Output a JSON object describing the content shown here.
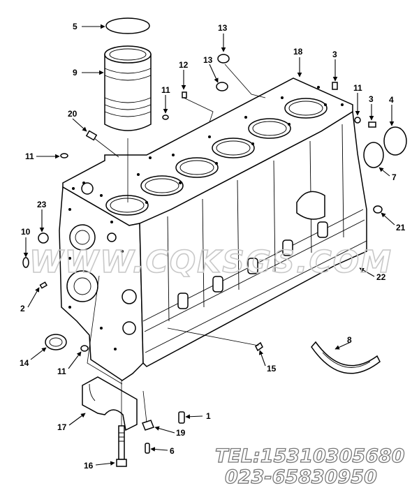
{
  "callouts": [
    {
      "id": "5",
      "label": "5"
    },
    {
      "id": "9",
      "label": "9"
    },
    {
      "id": "13a",
      "label": "13"
    },
    {
      "id": "13b",
      "label": "13"
    },
    {
      "id": "18",
      "label": "18"
    },
    {
      "id": "3a",
      "label": "3"
    },
    {
      "id": "12",
      "label": "12"
    },
    {
      "id": "11a",
      "label": "11"
    },
    {
      "id": "20",
      "label": "20"
    },
    {
      "id": "11b",
      "label": "11"
    },
    {
      "id": "11c",
      "label": "11"
    },
    {
      "id": "3b",
      "label": "3"
    },
    {
      "id": "4",
      "label": "4"
    },
    {
      "id": "7",
      "label": "7"
    },
    {
      "id": "23",
      "label": "23"
    },
    {
      "id": "21",
      "label": "21"
    },
    {
      "id": "10",
      "label": "10"
    },
    {
      "id": "22",
      "label": "22"
    },
    {
      "id": "2",
      "label": "2"
    },
    {
      "id": "8",
      "label": "8"
    },
    {
      "id": "14",
      "label": "14"
    },
    {
      "id": "11d",
      "label": "11"
    },
    {
      "id": "15",
      "label": "15"
    },
    {
      "id": "17",
      "label": "17"
    },
    {
      "id": "1",
      "label": "1"
    },
    {
      "id": "19",
      "label": "19"
    },
    {
      "id": "6",
      "label": "6"
    },
    {
      "id": "16",
      "label": "16"
    }
  ],
  "watermark": "WWW.CQKSGS.COM",
  "contact": {
    "tel_line": "TEL:15310305680",
    "phone_line": "023-65830950"
  }
}
